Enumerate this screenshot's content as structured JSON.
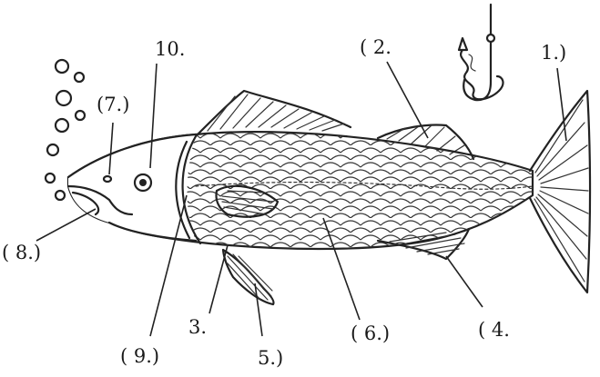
{
  "labels": {
    "l1": "1.)",
    "l2": "( 2.",
    "l3": "3.",
    "l4": "( 4.",
    "l5": "5.)",
    "l6": "( 6.)",
    "l7": "(7.)",
    "l8": "( 8.)",
    "l9": "( 9.)",
    "l10": "10."
  },
  "icons": {
    "fish": "fish-illustration",
    "hook": "fishing-hook-with-worm",
    "bubbles": "air-bubbles"
  }
}
